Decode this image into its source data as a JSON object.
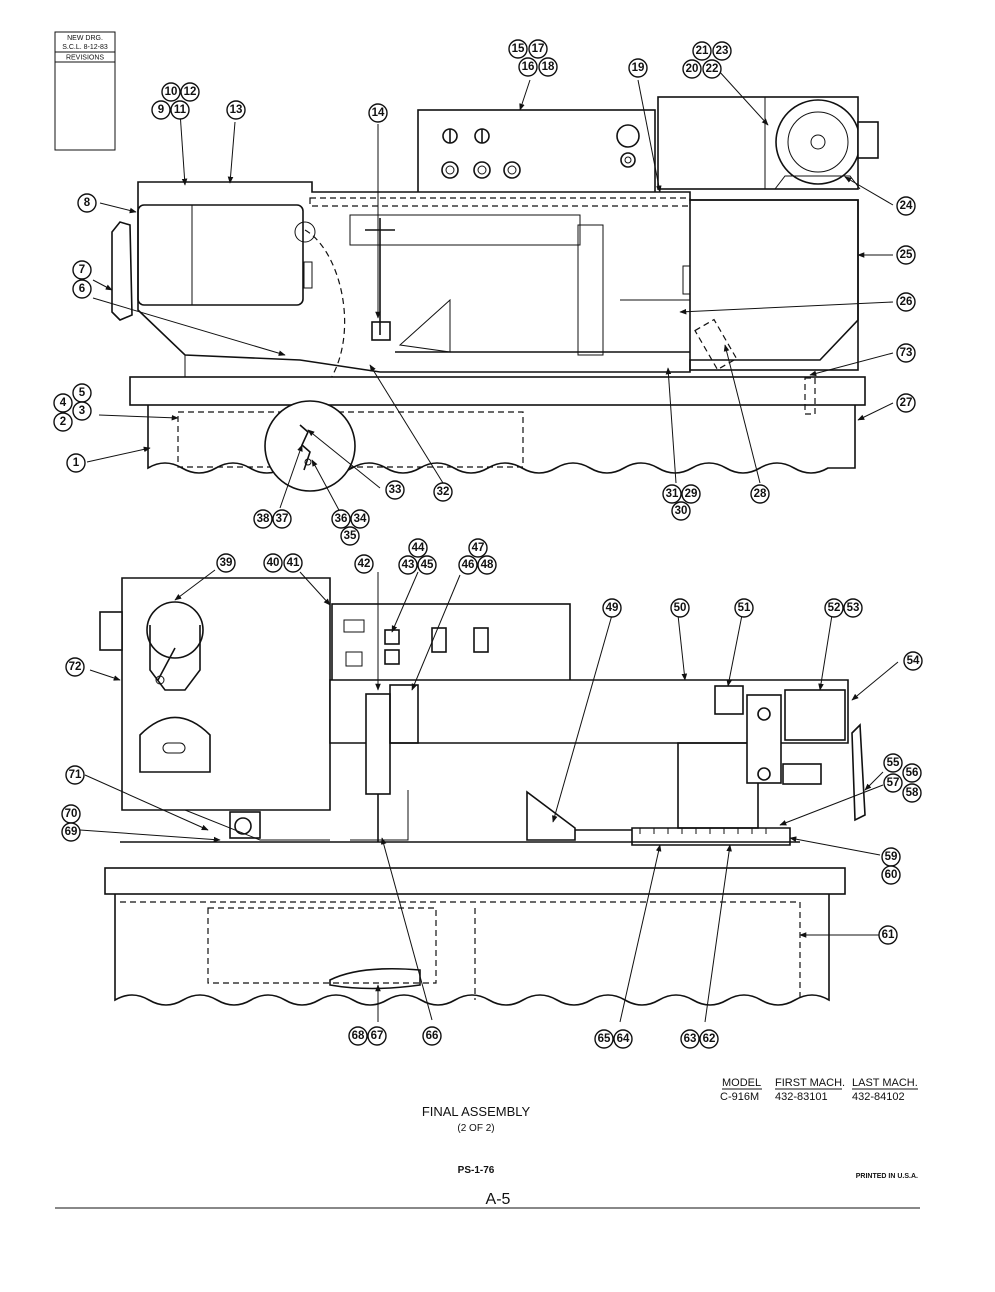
{
  "revision_box": {
    "line1": "NEW DRG.",
    "line2": "S.C.L. 8-12-83",
    "line3": "REVISIONS"
  },
  "top_view_callouts": [
    "10",
    "12",
    "9",
    "11",
    "13",
    "14",
    "15",
    "17",
    "16",
    "18",
    "19",
    "21",
    "23",
    "20",
    "22",
    "24",
    "8",
    "25",
    "7",
    "6",
    "26",
    "73",
    "5",
    "4",
    "3",
    "2",
    "27",
    "1",
    "33",
    "32",
    "28",
    "31",
    "29",
    "30",
    "38",
    "37",
    "36",
    "34",
    "35"
  ],
  "bottom_view_callouts": [
    "39",
    "40",
    "41",
    "42",
    "44",
    "43",
    "45",
    "47",
    "46",
    "48",
    "49",
    "50",
    "51",
    "52",
    "53",
    "54",
    "72",
    "55",
    "56",
    "57",
    "58",
    "71",
    "70",
    "69",
    "59",
    "60",
    "61",
    "68",
    "67",
    "66",
    "65",
    "64",
    "63",
    "62"
  ],
  "model_table": {
    "headers": [
      "MODEL",
      "FIRST MACH.",
      "LAST MACH."
    ],
    "row": [
      "C-916M",
      "432-83101",
      "432-84102"
    ]
  },
  "title": "FINAL ASSEMBLY",
  "subtitle": "(2 OF 2)",
  "doc_code": "PS-1-76",
  "printed": "PRINTED IN U.S.A.",
  "page_label": "A-5"
}
